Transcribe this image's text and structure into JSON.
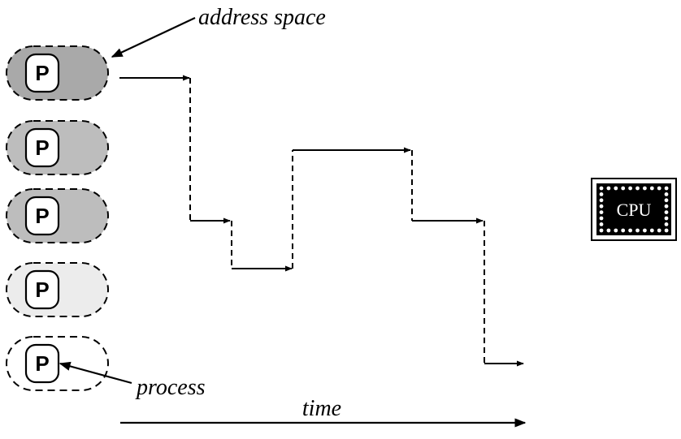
{
  "labels": {
    "address_space": "address space",
    "process": "process",
    "time": "time",
    "cpu": "CPU"
  },
  "process_letter": "P",
  "processes": [
    {
      "letter": "P",
      "shade": "dark"
    },
    {
      "letter": "P",
      "shade": "medium"
    },
    {
      "letter": "P",
      "shade": "medium"
    },
    {
      "letter": "P",
      "shade": "light"
    },
    {
      "letter": "P",
      "shade": "none"
    }
  ],
  "colors": {
    "ink": "#000000",
    "shade_dark": "#a9a9a9",
    "shade_medium": "#bdbdbd",
    "shade_light": "#ececec",
    "cpu_body": "#000000",
    "cpu_text": "#ffffff"
  }
}
